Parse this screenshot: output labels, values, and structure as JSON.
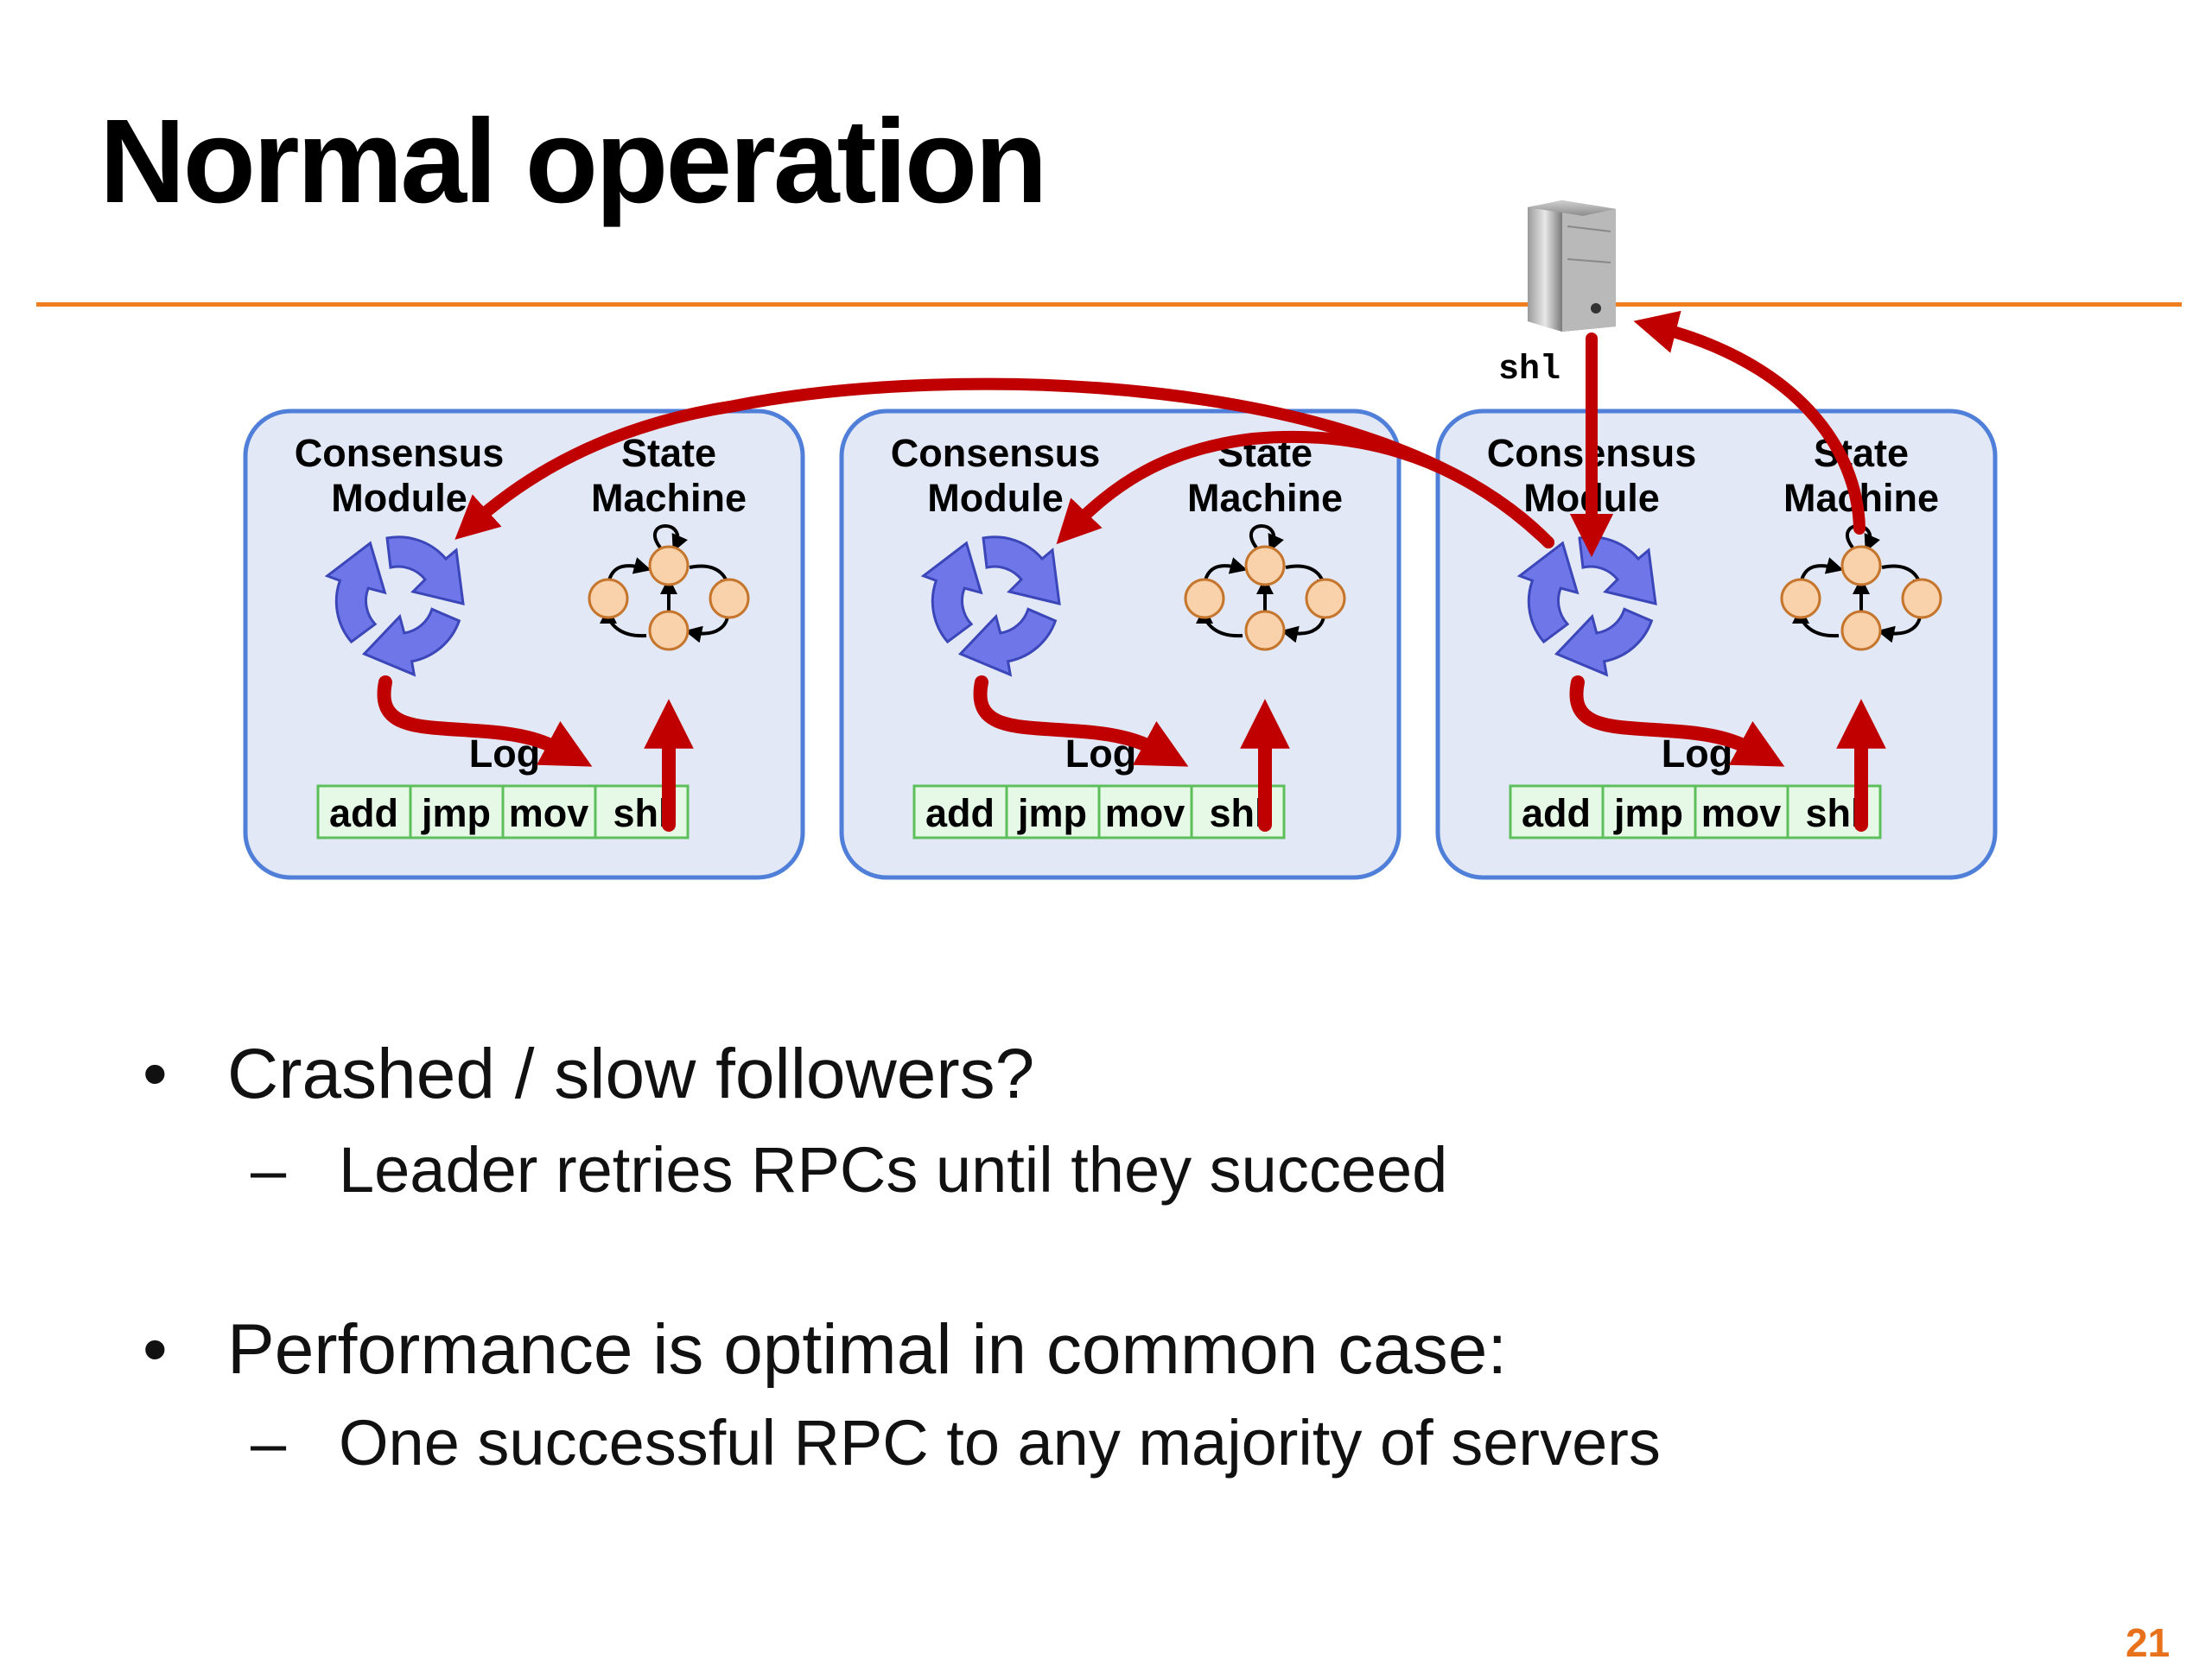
{
  "slide": {
    "title": "Normal operation",
    "page_number": "21"
  },
  "client": {
    "command": "shl"
  },
  "server_labels": {
    "consensus_line1": "Consensus",
    "consensus_line2": "Module",
    "state_line1": "State",
    "state_line2": "Machine",
    "log": "Log"
  },
  "log_entries": [
    "add",
    "jmp",
    "mov",
    "shl"
  ],
  "bullets": [
    {
      "marker": "•",
      "text": "Crashed / slow followers?",
      "sub": [
        {
          "marker": "–",
          "text": "Leader retries RPCs until they succeed"
        }
      ]
    },
    {
      "marker": "•",
      "text": "Performance is optimal in common case:",
      "sub": [
        {
          "marker": "–",
          "text": "One successful RPC to any majority of servers"
        }
      ]
    }
  ],
  "colors": {
    "accent_orange": "#f07d1e",
    "page_number": "#e8711b",
    "arrow_red": "#c00000",
    "server_fill": "#e2e8f6",
    "server_border": "#4f7fd8",
    "cycle_blue": "#6f77e8",
    "state_node": "#f9d2ab",
    "log_fill": "#e6f8e6",
    "log_border": "#5cbf5c"
  },
  "icons": [
    "server-icon",
    "consensus-cycle-icon",
    "state-machine-icon"
  ]
}
